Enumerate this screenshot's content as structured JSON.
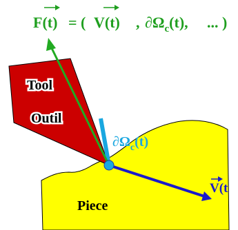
{
  "formula": {
    "f": "F(t)",
    "eq_open": "= (",
    "v": "V(t)",
    "comma1": ",",
    "omega": "∂Ω",
    "omega_sub": "c",
    "omega_arg": "(t),",
    "ellipsis": "... )"
  },
  "labels": {
    "tool": "Tool",
    "outil": "Outil",
    "contour": "∂Ω",
    "contour_sub": "c",
    "contour_arg": "(t)",
    "velocity": "V(t",
    "piece": "Piece"
  },
  "colors": {
    "formula_green": "#1f9f1f",
    "tool_red": "#cc0000",
    "piece_yellow": "#ffff00",
    "force_green": "#22aa22",
    "velocity_blue": "#1a1acc",
    "contour_cyan": "#19a7e0",
    "outline": "#000000"
  }
}
